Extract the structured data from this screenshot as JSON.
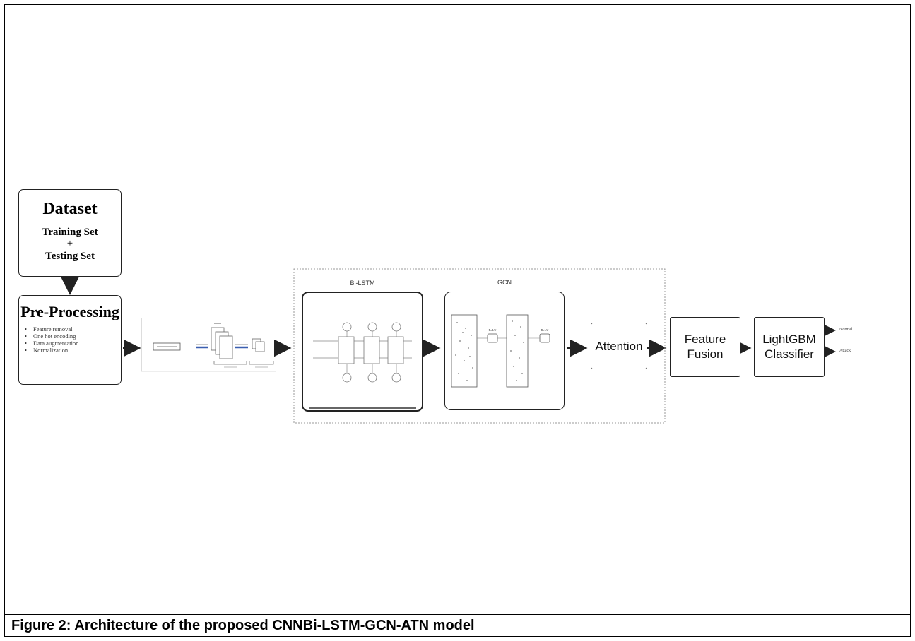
{
  "caption": "Figure 2: Architecture of the proposed CNNBi-LSTM-GCN-ATN model",
  "dataset": {
    "title": "Dataset",
    "line1": "Training Set",
    "plus": "+",
    "line2": "Testing Set"
  },
  "preprocessing": {
    "title": "Pre-Processing",
    "steps": [
      "Feature removal",
      "One hot encoding",
      "Data augmentation",
      "Normalization"
    ]
  },
  "bilstm": {
    "label": "Bi-LSTM"
  },
  "gcn": {
    "label": "GCN",
    "relu1": "ReLU",
    "relu2": "ReLU"
  },
  "attention": {
    "label": "Attention"
  },
  "fusion": {
    "line1": "Feature",
    "line2": "Fusion"
  },
  "classifier": {
    "line1": "LightGBM",
    "line2": "Classifier"
  },
  "outputs": {
    "normal": "Normal",
    "attack": "Attack"
  }
}
